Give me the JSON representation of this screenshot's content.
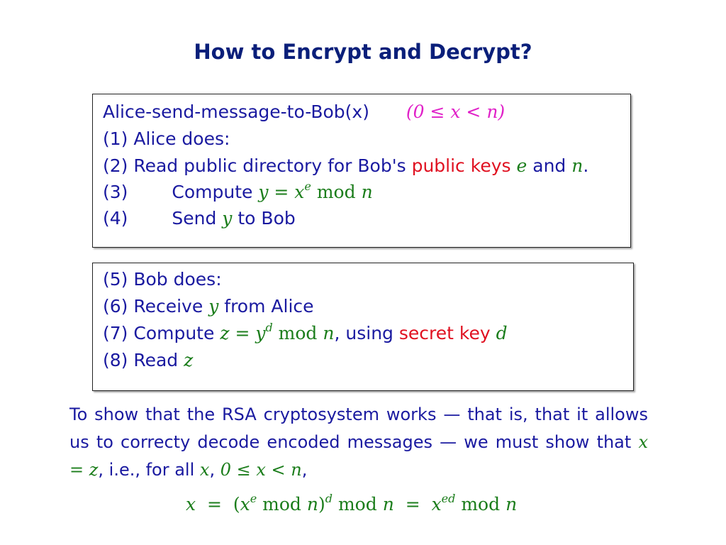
{
  "slide": {
    "title": "How to Encrypt and Decrypt?"
  },
  "alice_box": {
    "heading": "Alice-send-message-to-Bob(x)",
    "condition": "(0 ≤ x < n)",
    "step1": "(1) Alice does:",
    "step2_prefix": "(2) Read public directory for Bob's",
    "step2_highlight": "public keys",
    "step2_var_e": "e",
    "step2_and": "and",
    "step2_var_n": "n",
    "step2_end": ".",
    "step3_num": "(3)",
    "step3_text": "Compute",
    "step3_lhs": "y = x",
    "step3_exp": "e",
    "step3_mod": "mod",
    "step3_n": "n",
    "step4_num": "(4)",
    "step4_send": "Send",
    "step4_var": "y",
    "step4_to": "to Bob"
  },
  "bob_box": {
    "step5": "(5) Bob does:",
    "step6_prefix": "(6) Receive",
    "step6_var": "y",
    "step6_suffix": "from Alice",
    "step7_prefix": "(7) Compute",
    "step7_lhs": "z = y",
    "step7_exp": "d",
    "step7_mod": "mod",
    "step7_n": "n",
    "step7_using": ", using",
    "step7_highlight": "secret",
    "step7_key": "key",
    "step7_var": "d",
    "step8_prefix": "(8) Read",
    "step8_var": "z"
  },
  "explanation": {
    "line1": "To show that the RSA cryptosystem works — that is, that it allows us to correcty decode encoded messages — we must show that",
    "cond": "x = z",
    "mid": ", i.e., for all",
    "var_x": "x",
    "comma": ",",
    "range": "0 ≤ x < n",
    "end": ","
  },
  "equation": {
    "x": "x",
    "eq1": "=",
    "paren_open": "(",
    "base": "x",
    "exp_e": "e",
    "mod1": "mod",
    "n1": "n",
    "paren_close": ")",
    "exp_d": "d",
    "mod2": "mod",
    "n2": "n",
    "eq2": "=",
    "base2": "x",
    "exp_ed": "ed",
    "mod3": "mod",
    "n3": "n"
  },
  "colors": {
    "title": "#0a1f7a",
    "text": "#1a1aa0",
    "math": "#1b7d1b",
    "highlight": "#e01020",
    "condition": "#e020c8"
  }
}
